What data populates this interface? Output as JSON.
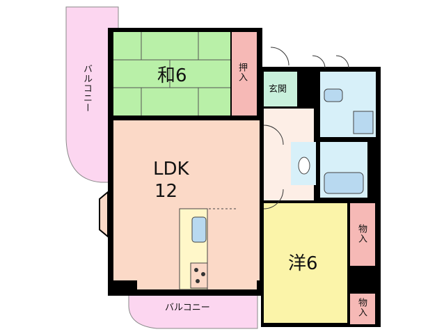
{
  "rooms": {
    "washitsu": {
      "label": "和6"
    },
    "oshiire": {
      "label": "押入"
    },
    "genkan": {
      "label": "玄関"
    },
    "ldk": {
      "label": "LDK",
      "size": "12"
    },
    "youshitsu": {
      "label": "洋6"
    },
    "monoire_upper": {
      "label": "物入"
    },
    "monoire_lower": {
      "label": "物入"
    },
    "balcony_left": {
      "label": "バルコニー"
    },
    "balcony_bottom": {
      "label": "バルコニー"
    }
  },
  "colors": {
    "washitsu": "#b9f0a8",
    "oshiire": "#f6b9b6",
    "genkan": "#c9f0dc",
    "ldk": "#fbd9c7",
    "youshitsu": "#fbf4a9",
    "monoire": "#f6b9b6",
    "balcony": "#fcd6f0",
    "bath": "#d7f0f9",
    "hall": "#fdeee6",
    "wall": "#000000",
    "kitchen_counter": "#b8d9f0"
  }
}
